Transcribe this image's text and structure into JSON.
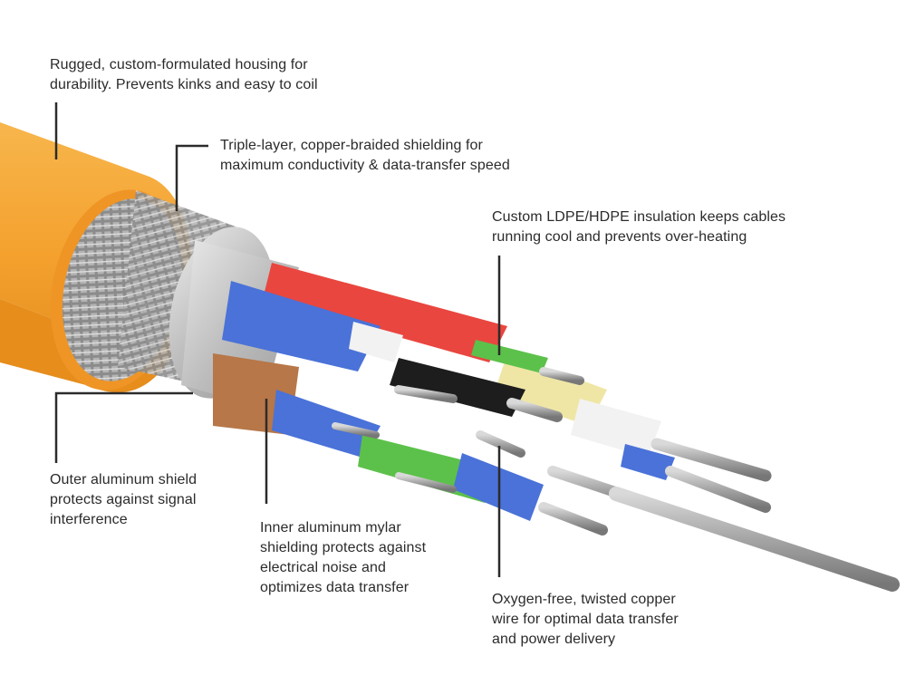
{
  "callouts": {
    "housing": {
      "line1": "Rugged, custom-formulated housing for",
      "line2": "durability. Prevents kinks and easy to coil"
    },
    "braid": {
      "line1": "Triple-layer, copper-braided shielding for",
      "line2": "maximum conductivity & data-transfer speed"
    },
    "ldpe": {
      "line1": "Custom LDPE/HDPE insulation keeps cables",
      "line2": "running cool and prevents over-heating"
    },
    "outer": {
      "line1": "Outer aluminum shield",
      "line2": "protects against signal",
      "line3": "interference"
    },
    "inner": {
      "line1": "Inner aluminum mylar",
      "line2": "shielding protects against",
      "line3": "electrical noise and",
      "line4": "optimizes data transfer"
    },
    "copper": {
      "line1": "Oxygen-free, twisted copper",
      "line2": "wire for optimal data transfer",
      "line3": "and power delivery"
    }
  },
  "colors": {
    "jacket": "#f4a12e",
    "jacket_dark": "#e08a1e",
    "braid": "#b9b9b9",
    "foil": "#c9c9c9",
    "wire_red": "#e9463f",
    "wire_blue": "#4a72d8",
    "wire_brown": "#b77748",
    "wire_green": "#5cc14a",
    "wire_yellow": "#efe6a6",
    "wire_white": "#f2f2f2",
    "wire_black": "#1d1d1d",
    "copper_strand": "#9e9e9e",
    "leader": "#2b2b2b",
    "text": "#2b2b2b"
  }
}
